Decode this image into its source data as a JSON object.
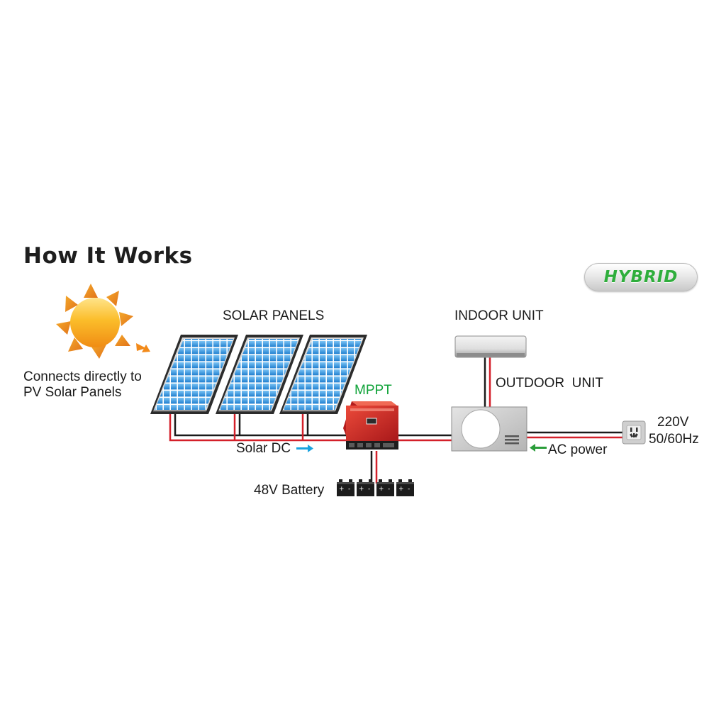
{
  "title": "How It Works",
  "badge": "HYBRID",
  "connects_text": "Connects directly to PV Solar Panels",
  "labels": {
    "solar_panels": "SOLAR PANELS",
    "indoor_unit": "INDOOR UNIT",
    "outdoor_unit": "OUTDOOR  UNIT",
    "mppt": "MPPT",
    "solar_dc": "Solar DC",
    "ac_power": "AC power",
    "battery": "48V Battery",
    "voltage": "220V",
    "frequency": "50/60Hz"
  },
  "colors": {
    "wire_red": "#d4202a",
    "wire_black": "#1a1a1a",
    "arrow_blue": "#1aa3e0",
    "arrow_green": "#2a9d3a",
    "mppt_green": "#11a33a",
    "controller_red": "#d42a26",
    "panel_blue": "#2d8fd8",
    "sun_orange": "#f59d1b",
    "badge_green": "#2fae3c"
  },
  "icons": [
    "sun-icon",
    "solar-panel-icon",
    "charge-controller-icon",
    "battery-icon",
    "indoor-unit-icon",
    "outdoor-unit-icon",
    "wall-outlet-icon",
    "arrow-right-icon",
    "arrow-left-icon"
  ]
}
